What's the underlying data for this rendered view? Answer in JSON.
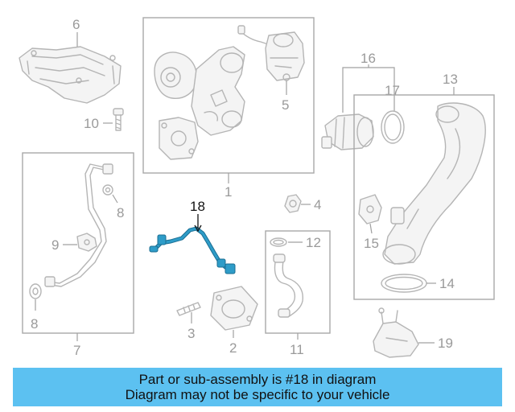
{
  "diagram": {
    "callouts": {
      "c1": "1",
      "c2": "2",
      "c3": "3",
      "c4": "4",
      "c5": "5",
      "c6": "6",
      "c7": "7",
      "c8a": "8",
      "c8b": "8",
      "c9": "9",
      "c10": "10",
      "c11": "11",
      "c12": "12",
      "c13": "13",
      "c14": "14",
      "c15": "15",
      "c16": "16",
      "c17": "17",
      "c18": "18",
      "c19": "19"
    },
    "highlight_color": "#2e9cc8",
    "part_stroke_color": "#b5b5b5"
  },
  "banner": {
    "line1": "Part or sub-assembly is #18 in diagram",
    "line2": "Diagram may not be specific to your vehicle",
    "background": "#5cc1f1"
  }
}
